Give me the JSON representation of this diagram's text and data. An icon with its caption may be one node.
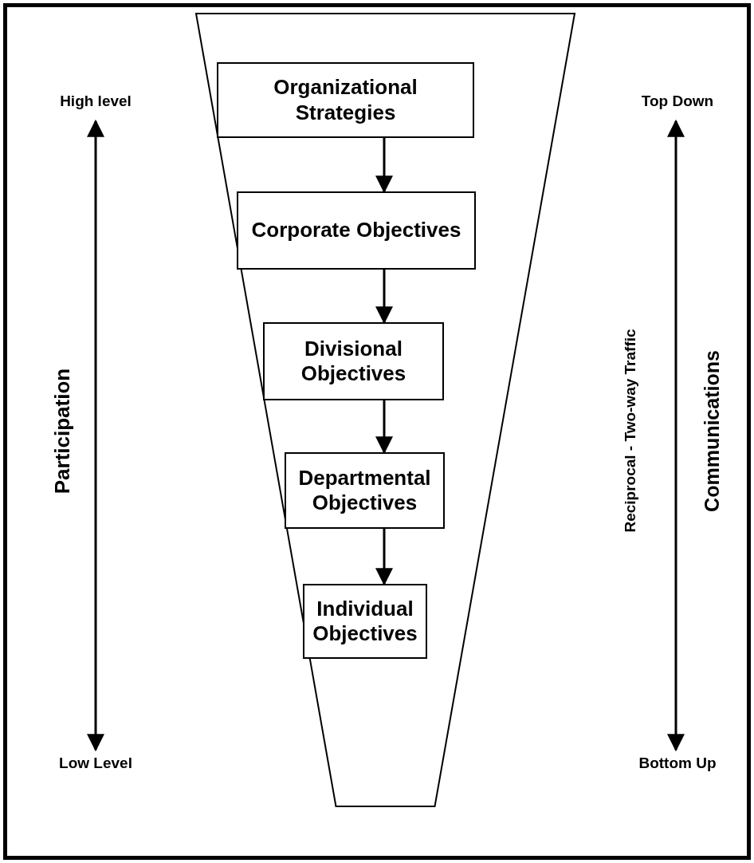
{
  "diagram": {
    "nodes": [
      {
        "text": [],
        "shape": "trapezoid"
      },
      {
        "text": [
          "Organizational Strategies"
        ],
        "in": 0
      },
      {
        "text": [
          "Corporate Objectives"
        ],
        "in": 0
      },
      {
        "text": [
          "Divisional Objectives"
        ],
        "in": 0
      },
      {
        "text": [
          "Departmental Objectives"
        ],
        "in": 0
      },
      {
        "text": [
          "Individual Objectives"
        ],
        "in": 0
      },
      {
        "text": [
          "High level"
        ]
      },
      {
        "text": [
          "Low Level"
        ]
      },
      {
        "text": [
          "Top Down"
        ]
      },
      {
        "text": [
          "Bottom Up"
        ]
      }
    ],
    "edges": [
      {
        "from": 1,
        "to": 2,
        "arrow": "to"
      },
      {
        "from": 2,
        "to": 3,
        "arrow": "to"
      },
      {
        "from": 3,
        "to": 4,
        "arrow": "to"
      },
      {
        "from": 4,
        "to": 5,
        "arrow": "to"
      },
      {
        "from": 6,
        "to": 7,
        "arrow": "both"
      },
      {
        "from": 8,
        "to": 9,
        "arrow": "both"
      }
    ],
    "labels": [
      "Participation",
      "Reciprocal - Two-way Traffic",
      "Communications"
    ]
  }
}
